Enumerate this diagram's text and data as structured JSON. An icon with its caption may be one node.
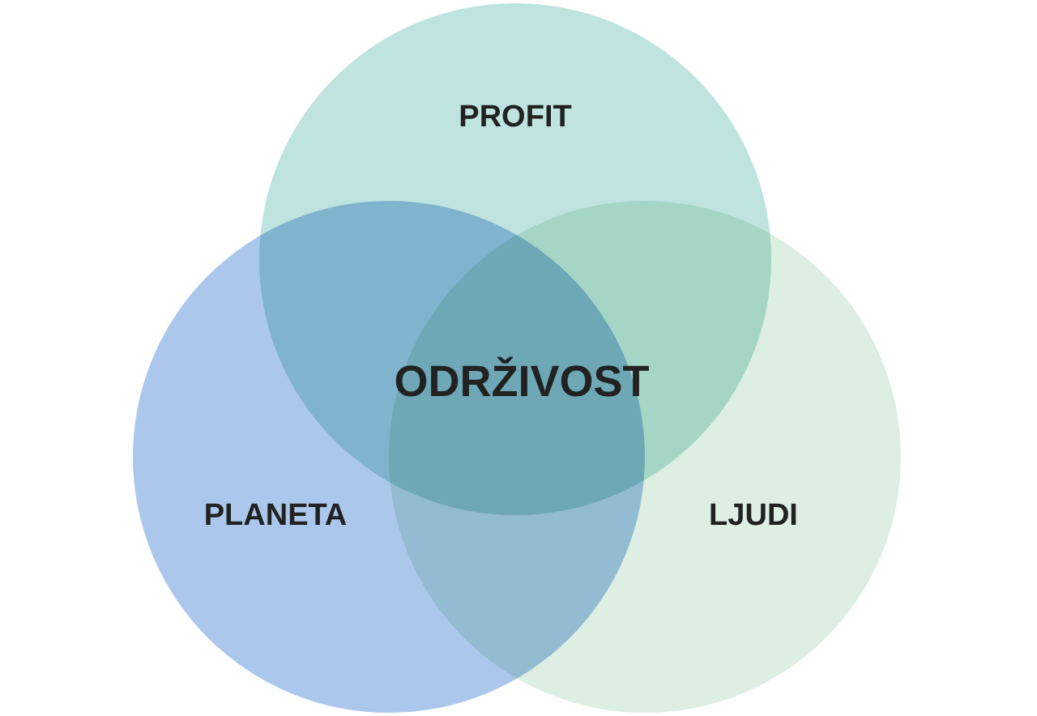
{
  "diagram": {
    "nodes": [
      {
        "text": [
          "PROFIT"
        ]
      },
      {
        "text": [
          "PLANETA"
        ]
      },
      {
        "text": [
          "LJUDI"
        ]
      }
    ],
    "labels": [
      "ODRŽIVOST"
    ]
  }
}
